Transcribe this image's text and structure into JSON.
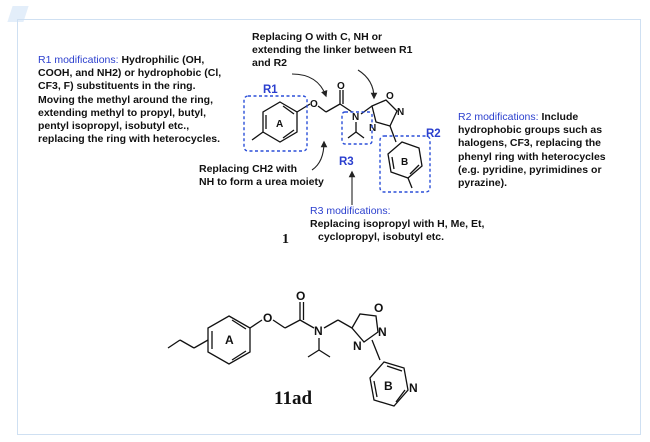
{
  "annotations": {
    "r1_title": "R1 modifications:",
    "r1_text": [
      "Hydrophilic (OH,",
      "COOH, and NH2) or hydrophobic (Cl,",
      "CF3, F) substituents in the ring.",
      "Moving the methyl around the ring,",
      "extending methyl to propyl, butyl,",
      "pentyl isopropyl, isobutyl etc.,",
      "replacing the ring with heterocycles."
    ],
    "linker_text": [
      "Replacing O with C, NH or",
      "extending the linker between R1",
      "and R2"
    ],
    "r2_title": "R2 modifications:",
    "r2_text": [
      "Include",
      "hydrophobic groups such as",
      "halogens, CF3, replacing the",
      "phenyl ring with heterocycles",
      "(e.g. pyridine, pyrimidines or",
      "pyrazine)."
    ],
    "ch2_text": [
      "Replacing CH2 with",
      "NH to form a urea moiety"
    ],
    "r3_title": "R3 modifications:",
    "r3_text": [
      "Replacing isopropyl with H, Me, Et,",
      "cyclopropyl, isobutyl etc."
    ]
  },
  "structure_labels": {
    "r1": "R1",
    "r2": "R2",
    "r3": "R3",
    "ring_a": "A",
    "ring_b": "B",
    "compound_1": "1",
    "compound_2": "11ad",
    "oxygen": "O",
    "nitrogen": "N"
  },
  "colors": {
    "annotation_blue": "#2b3fce",
    "box_blue": "#2b4fd8",
    "frame": "#cfe0f2"
  }
}
